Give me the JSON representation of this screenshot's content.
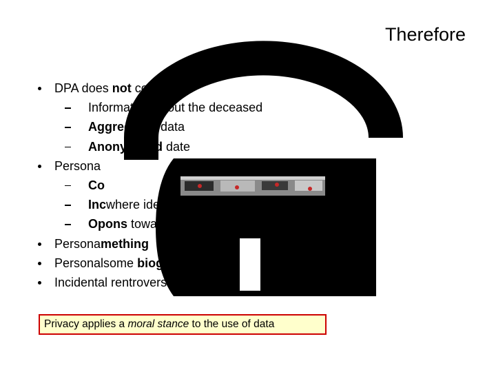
{
  "title": "Therefore",
  "colors": {
    "background": "#ffffff",
    "lock_body": "#000000",
    "note_border": "#cc0000",
    "note_fill": "#ffffcc"
  },
  "icons": {
    "lock": "open-padlock-icon",
    "bullet": "bullet-dot-icon",
    "sub_bullet": "en-dash-icon"
  },
  "bullets": [
    {
      "level": 1,
      "segments": [
        {
          "text": "DPA does ",
          "style": "normal"
        },
        {
          "text": "not",
          "style": "bold"
        },
        {
          "text": " co",
          "style": "normal"
        }
      ]
    },
    {
      "level": 2,
      "segments": [
        {
          "text": "Information ",
          "style": "normal"
        },
        {
          "text": "about the deceased",
          "style": "normal"
        }
      ]
    },
    {
      "level": 2,
      "segments": [
        {
          "text": "Aggregated",
          "style": "bold"
        },
        {
          "text": " data",
          "style": "normal"
        }
      ]
    },
    {
      "level": 2,
      "segments": [
        {
          "text": "Anonymised",
          "style": "bold"
        },
        {
          "text": " date",
          "style": "normal"
        }
      ]
    },
    {
      "level": 1,
      "segments": [
        {
          "text": "Persona",
          "style": "normal"
        }
      ]
    },
    {
      "level": 2,
      "segments": [
        {
          "text": "Co",
          "style": "bold"
        }
      ]
    },
    {
      "level": 2,
      "segments": [
        {
          "text": "Inc",
          "style": "bold"
        },
        {
          "text": "where ide",
          "style": "normal"
        }
      ]
    },
    {
      "level": 2,
      "segments": [
        {
          "text": "Op",
          "style": "bold"
        },
        {
          "text": "ons",
          "style": "bold"
        },
        {
          "text": " towar",
          "style": "normal"
        }
      ]
    },
    {
      "level": 1,
      "segments": [
        {
          "text": "Persona",
          "style": "normal"
        },
        {
          "text": "mething",
          "style": "bold"
        }
      ]
    },
    {
      "level": 1,
      "segments": [
        {
          "text": "Personal",
          "style": "normal"
        },
        {
          "text": "some ",
          "style": "normal"
        },
        {
          "text": "biogr",
          "style": "bold"
        }
      ]
    },
    {
      "level": 1,
      "segments": [
        {
          "text": "Incidental re",
          "style": "normal"
        },
        {
          "text": "ntroversial)",
          "style": "normal"
        }
      ]
    }
  ],
  "note": {
    "before": "Privacy applies a ",
    "emphasis": "moral stance",
    "after": " to the use of data"
  }
}
